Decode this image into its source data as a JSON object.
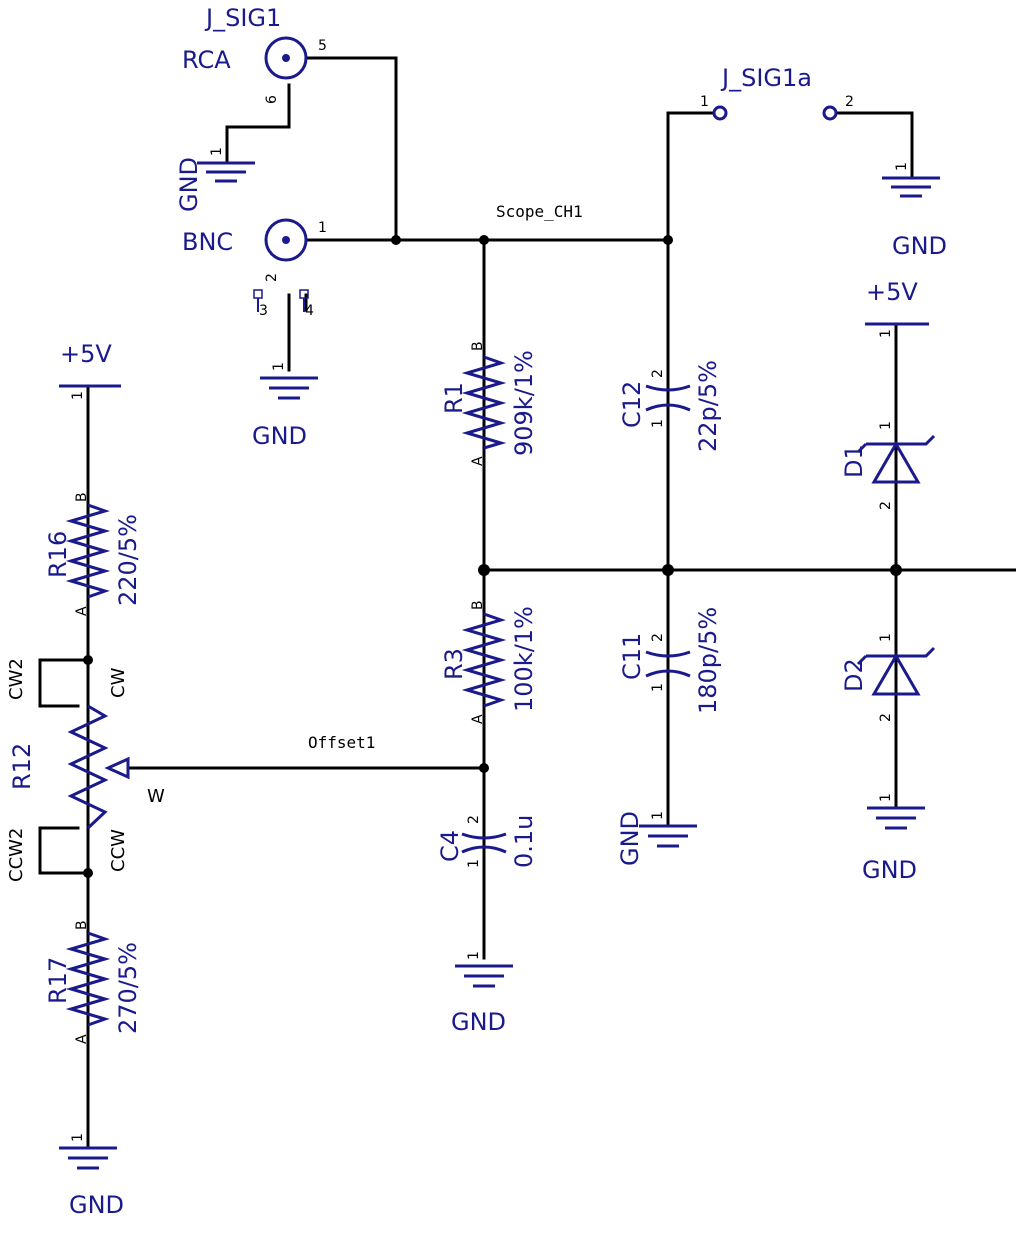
{
  "connectors": {
    "j_sig1": {
      "ref": "J_SIG1",
      "rca": "RCA",
      "bnc": "BNC",
      "pin5": "5",
      "pin6": "6",
      "pin1": "1",
      "pin2": "2",
      "pin3": "3",
      "pin4": "4"
    },
    "j_sig1a": {
      "ref": "J_SIG1a",
      "pin1": "1",
      "pin2": "2"
    }
  },
  "nets": {
    "scope": "Scope_CH1",
    "offset": "Offset1"
  },
  "power": {
    "vcc": "+5V",
    "gnd": "GND",
    "gnd_pin": "1",
    "vcc_pin": "1"
  },
  "resistors": {
    "r1": {
      "ref": "R1",
      "value": "909k/1%",
      "pin_a": "A",
      "pin_b": "B"
    },
    "r3": {
      "ref": "R3",
      "value": "100k/1%",
      "pin_a": "A",
      "pin_b": "B"
    },
    "r16": {
      "ref": "R16",
      "value": "220/5%",
      "pin_a": "A",
      "pin_b": "B"
    },
    "r17": {
      "ref": "R17",
      "value": "270/5%",
      "pin_a": "A",
      "pin_b": "B"
    }
  },
  "potentiometer": {
    "ref": "R12",
    "cw": "CW",
    "ccw": "CCW",
    "wiper": "W",
    "cw2": "CW2",
    "ccw2": "CCW2"
  },
  "capacitors": {
    "c4": {
      "ref": "C4",
      "value": "0.1u",
      "pin1": "1",
      "pin2": "2"
    },
    "c11": {
      "ref": "C11",
      "value": "180p/5%",
      "pin1": "1",
      "pin2": "2"
    },
    "c12": {
      "ref": "C12",
      "value": "22p/5%",
      "pin1": "1",
      "pin2": "2"
    }
  },
  "diodes": {
    "d1": {
      "ref": "D1",
      "pin1": "1",
      "pin2": "2"
    },
    "d2": {
      "ref": "D2",
      "pin1": "1",
      "pin2": "2"
    }
  },
  "colors": {
    "symbol": "#1a1a8c",
    "wire": "#000000",
    "background": "#ffffff"
  }
}
